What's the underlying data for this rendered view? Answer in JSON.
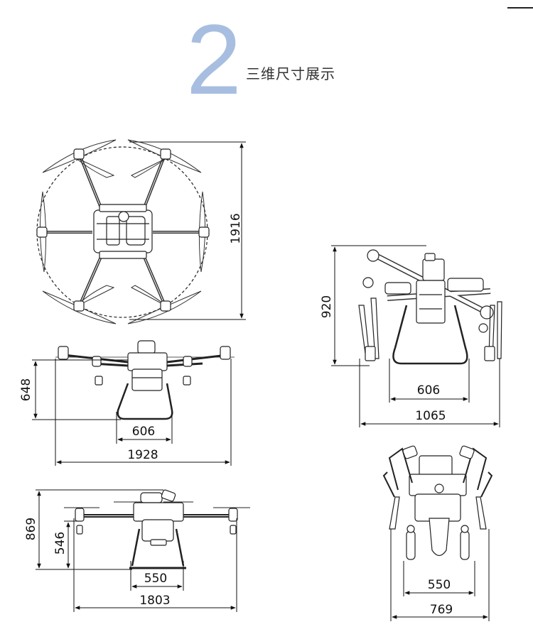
{
  "header": {
    "step_number": "2",
    "title": "三维尺寸展示"
  },
  "views": {
    "top_view": {
      "diameter": "1916"
    },
    "front_unfolded": {
      "height": "648",
      "leg_span": "606",
      "width": "1928"
    },
    "side_unfolded": {
      "height": "869",
      "body_height": "546",
      "leg_span": "550",
      "width": "1803"
    },
    "folded_side": {
      "height": "920",
      "leg_span": "606",
      "width": "1065"
    },
    "folded_front": {
      "leg_span": "550",
      "width": "769"
    }
  }
}
